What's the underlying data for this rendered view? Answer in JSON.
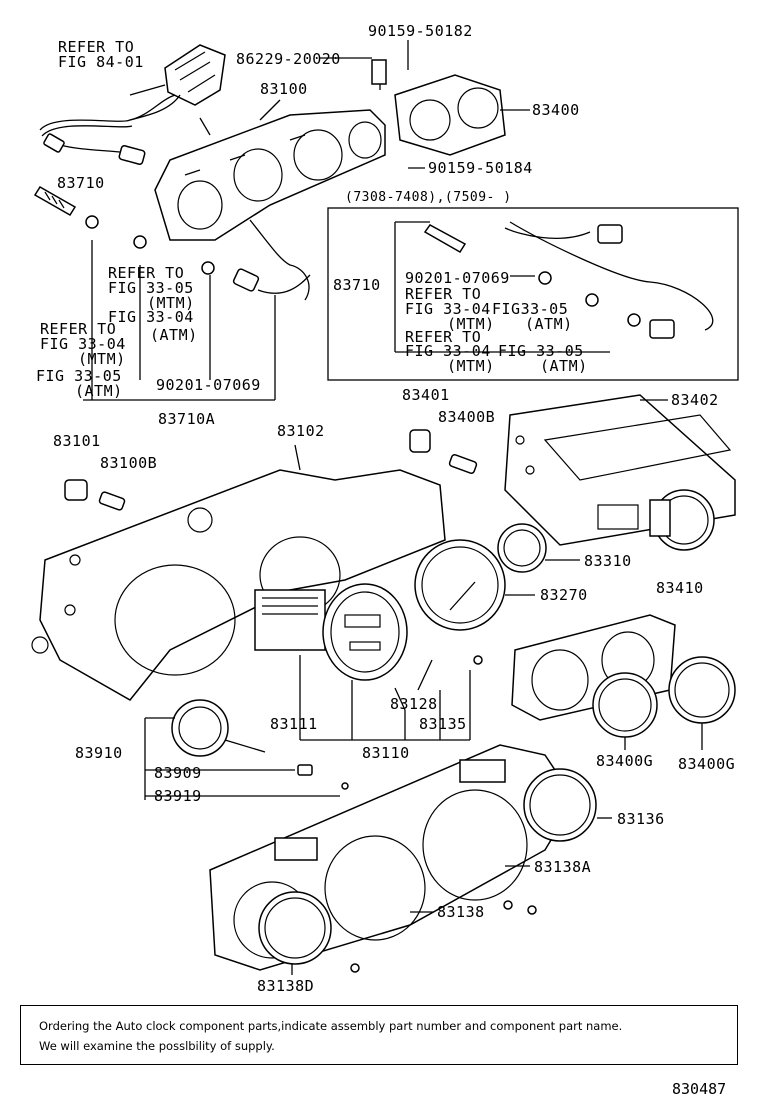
{
  "callouts": {
    "refer_84_01_a": "REFER TO",
    "refer_84_01_b": "FIG 84-01",
    "p90159_50182": "90159-50182",
    "p86229_20020": "86229-20020",
    "p83100": "83100",
    "p83400": "83400",
    "p90159_50184": "90159-50184",
    "p83710": "83710",
    "box_range": "(7308-7408),(7509-        )",
    "box_83710": "83710",
    "box_90201_07069": "90201-07069",
    "box_refer_a": "REFER TO",
    "box_fig_33_04_a": "FIG 33-04",
    "box_fig_33_05_a": "FIG33-05",
    "box_mtm_a": "(MTM)",
    "box_atm_a": "(ATM)",
    "box_refer_b": "REFER TO",
    "box_fig_33_04_b": "FIG 33-04",
    "box_fig_33_05_b": "FIG 33-05",
    "box_mtm_b": "(MTM)",
    "box_atm_b": "(ATM)",
    "left_refer_a": "REFER TO",
    "left_fig_33_04_a": "FIG 33-04",
    "left_mtm_a": "(MTM)",
    "left_fig_33_05_a": "FIG 33-05",
    "left_atm_a": "(ATM)",
    "left_refer_b": "REFER TO",
    "left_fig_33_04_b": "FIG 33-04",
    "left_mtm_b": "(MTM)",
    "left_fig_33_05_b": "FIG 33-05",
    "left_atm_b": "(ATM)",
    "p90201_07069": "90201-07069",
    "p83710A": "83710A",
    "p83401": "83401",
    "p83400B": "83400B",
    "p83402": "83402",
    "p83101": "83101",
    "p83102": "83102",
    "p83100B": "83100B",
    "p83310": "83310",
    "p83410": "83410",
    "p83270": "83270",
    "p83128": "83128",
    "p83111": "83111",
    "p83135": "83135",
    "p83110": "83110",
    "p83910": "83910",
    "p83909": "83909",
    "p83919": "83919",
    "p83400G_a": "83400G",
    "p83400G_b": "83400G",
    "p83136": "83136",
    "p83138A": "83138A",
    "p83138": "83138",
    "p83138D": "83138D"
  },
  "note": {
    "line1": "Ordering the Auto clock component parts,indicate assembly part number and component part name.",
    "line2": "We will examine the posslbility of supply."
  },
  "drawing_id": "830487"
}
